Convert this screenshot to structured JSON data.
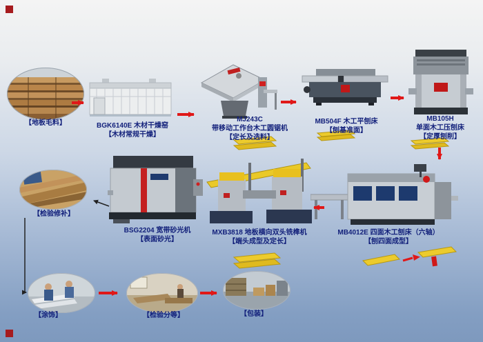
{
  "diagram": {
    "title_hint": "wood-flooring-production-flow",
    "stations": {
      "raw_material": {
        "caption": "【地板毛料】"
      },
      "kiln": {
        "model": "BGK6140E 木材干燥窑",
        "process": "【木材常规干燥】"
      },
      "saw": {
        "model": "MJ243C",
        "name": "带移动工作台木工圆锯机",
        "process": "【定长及选料】"
      },
      "surface_planer": {
        "model": "MB504F 木工平刨床",
        "process": "【刨基准面】"
      },
      "thickness_planer": {
        "model": "MB105H",
        "name": "单面木工压刨床",
        "process": "【定厚刨削】"
      },
      "four_side_moulder": {
        "model": "MB4012E 四面木工刨床（六轴）",
        "process": "【刨四面成型】"
      },
      "double_end_tenoner": {
        "model": "MXB3818 地板横向双头铣榫机",
        "process": "【端头成型及定长】"
      },
      "wide_belt_sander": {
        "model": "BSG2204 宽带砂光机",
        "process": "【表面砂光】"
      },
      "inspect_repair": {
        "caption": "【检验修补】"
      },
      "coating": {
        "caption": "【涂饰】"
      },
      "grading": {
        "caption": "【检验分等】"
      },
      "packing": {
        "caption": "【包装】"
      }
    },
    "colors": {
      "label_text": "#13217b",
      "arrow_red": "#e01818",
      "connector_black": "#222222",
      "board_yellow": "#eccb2d",
      "corner_mark_red": "#a61b1e",
      "background_bottom": "#7e99be"
    }
  }
}
